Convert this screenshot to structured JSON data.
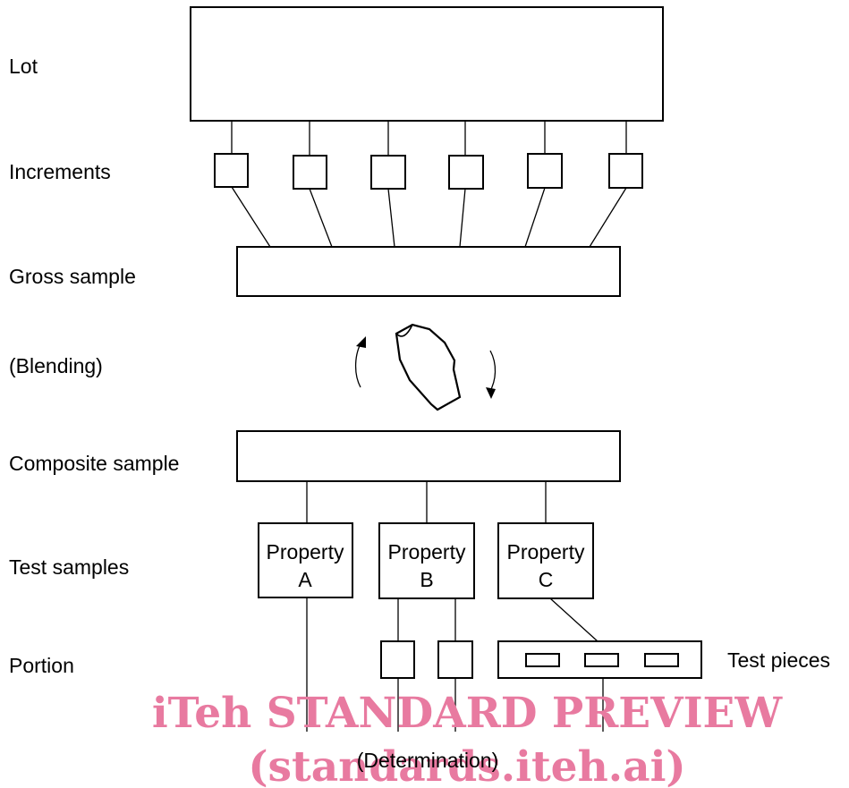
{
  "labels": {
    "lot": "Lot",
    "increments": "Increments",
    "gross_sample": "Gross sample",
    "blending": "(Blending)",
    "composite_sample": "Composite sample",
    "test_samples": "Test samples",
    "portion": "Portion",
    "test_pieces": "Test pieces",
    "determination": "(Determination)"
  },
  "properties": [
    {
      "line1": "Property",
      "line2": "A"
    },
    {
      "line1": "Property",
      "line2": "B"
    },
    {
      "line1": "Property",
      "line2": "C"
    }
  ],
  "watermark": {
    "line1": "iTeh STANDARD PREVIEW",
    "line2": "(standards.iteh.ai)",
    "color": "#e87aa0"
  }
}
